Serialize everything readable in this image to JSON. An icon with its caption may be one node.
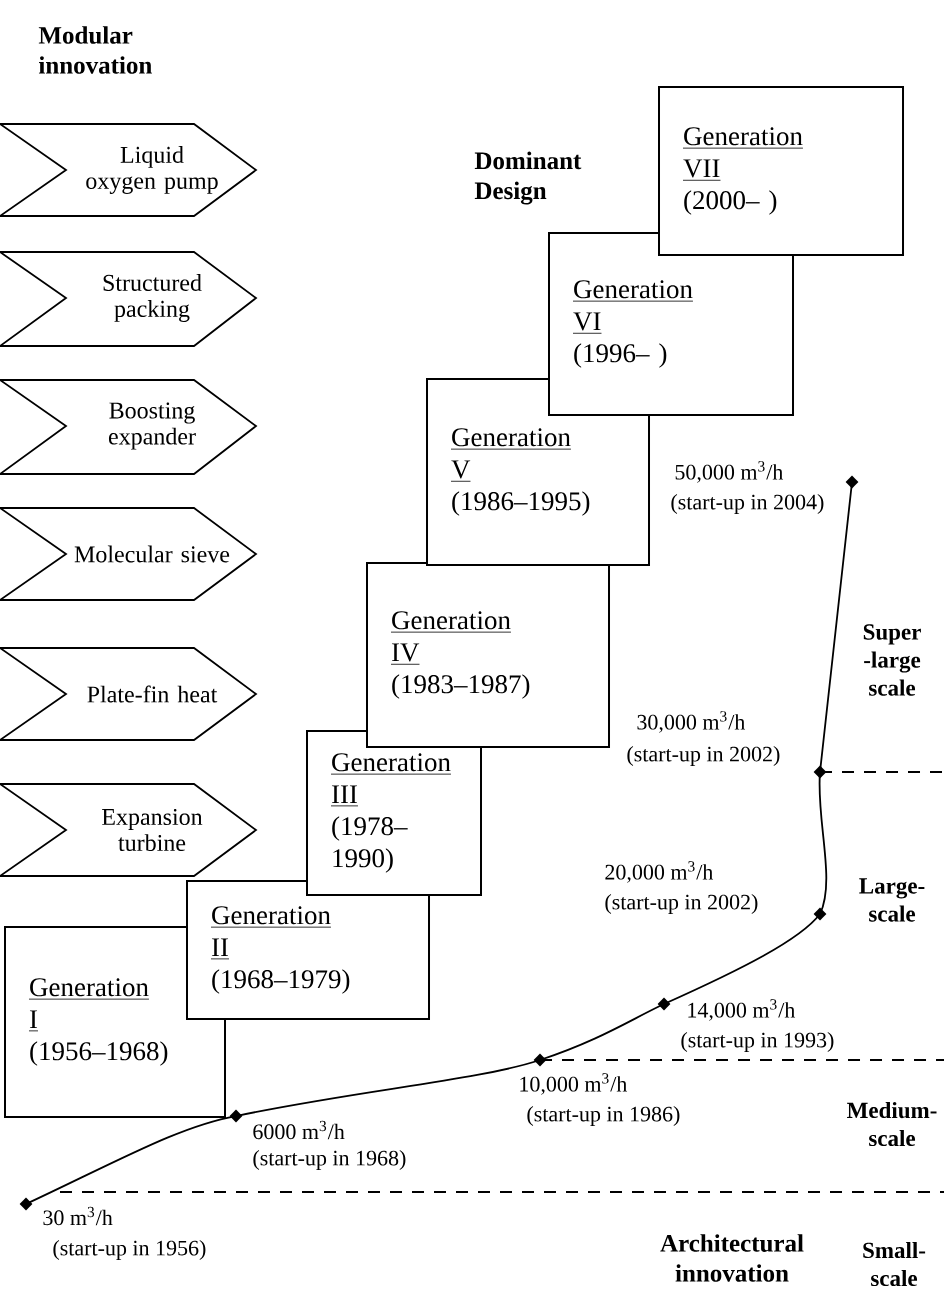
{
  "diagram": {
    "nodes": [
      {
        "text": [
          "Liquid oxygen pump"
        ]
      },
      {
        "text": [
          "Structured packing"
        ]
      },
      {
        "text": [
          "Boosting expander"
        ]
      },
      {
        "text": [
          "Molecular sieve"
        ]
      },
      {
        "text": [
          "Plate-fin heat"
        ]
      },
      {
        "text": [
          "Expansion turbine"
        ]
      },
      {
        "text": [
          "Generation",
          "I",
          "(1956–1968)"
        ]
      },
      {
        "text": [
          "Generation",
          "II",
          "(1968–1979)"
        ]
      },
      {
        "text": [
          "Generation",
          "III",
          "(1978–1990)"
        ]
      },
      {
        "text": [
          "Generation",
          "IV",
          "(1983–1987)"
        ]
      },
      {
        "text": [
          "Generation",
          "V",
          "(1986–1995)"
        ]
      },
      {
        "text": [
          "Generation",
          "VI",
          "(1996– )"
        ]
      },
      {
        "text": [
          "Generation",
          "VII",
          "(2000– )"
        ]
      }
    ],
    "labels": [
      "Modular innovation",
      "Dominant Design",
      "50,000 m$^{3}$/h",
      "(start-up in 2004)",
      "Super -large scale",
      "30,000 m$^{3}$/h",
      "(start-up in 2002)",
      "20,000 m$^{3}$/h",
      "(start-up in 2002)",
      "Large-scale",
      "14,000 m$^{3}$/h",
      "(start-up in 1993)",
      "10,000 m$^{3}$/h",
      "(start-up in 1986)",
      "6000 m$^{3}$/h",
      "(start-up in 1968)",
      "Medium-scale",
      "30 m$^{3}$/h",
      "(start-up in 1956)",
      "Architectural innovation",
      "Small-scale"
    ]
  }
}
